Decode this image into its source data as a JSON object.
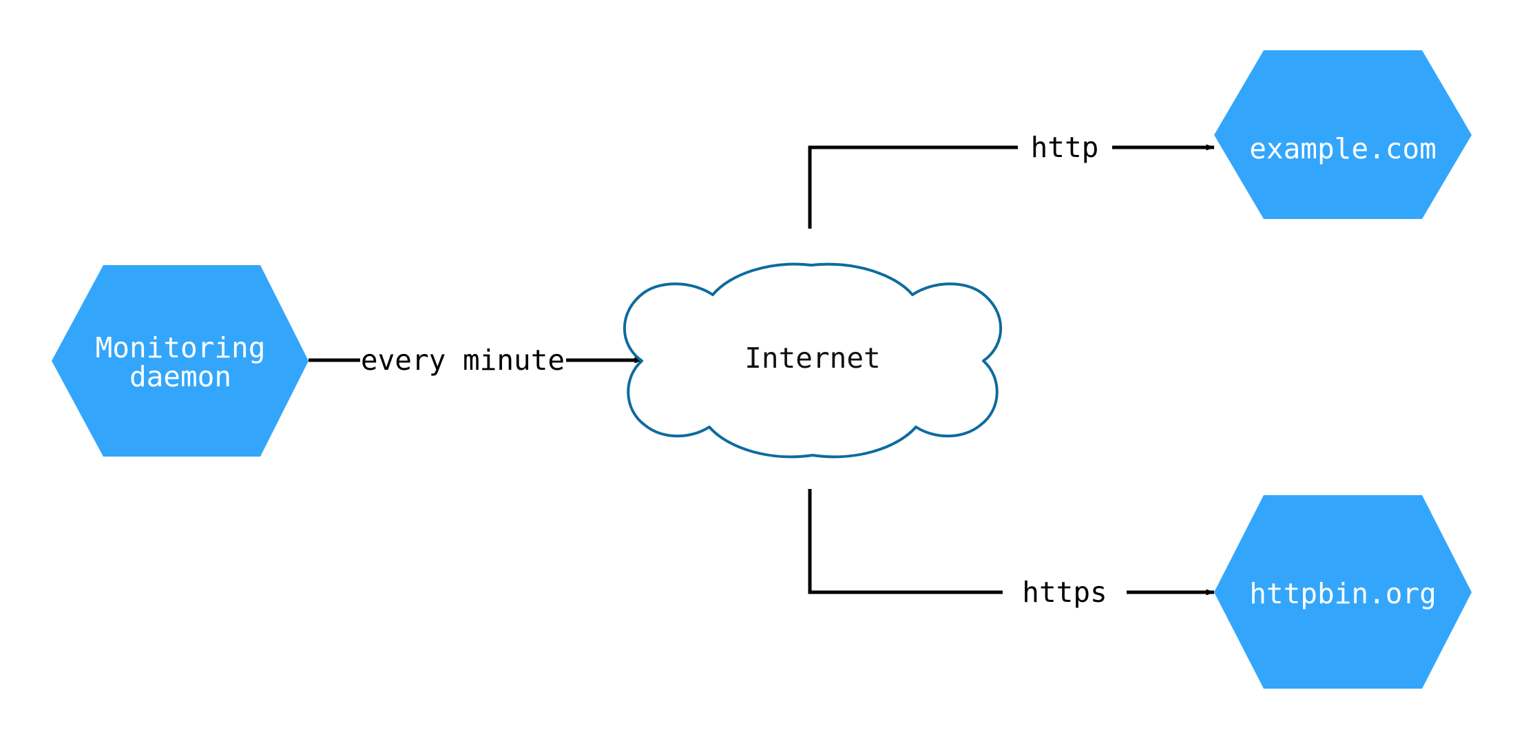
{
  "diagram": {
    "type": "network-flow-diagram",
    "background_color": "#ffffff",
    "nodes": [
      {
        "id": "monitoring-daemon",
        "shape": "hexagon",
        "label_line1": "Monitoring",
        "label_line2": "daemon",
        "fill_color": "#33a6fc",
        "text_color": "#ffffff"
      },
      {
        "id": "internet",
        "shape": "cloud",
        "label": "Internet",
        "fill_color": "#ffffff",
        "stroke_color": "#0d6b9e",
        "text_color": "#111111"
      },
      {
        "id": "example-com",
        "shape": "hexagon",
        "label": "example.com",
        "fill_color": "#33a6fc",
        "text_color": "#ffffff"
      },
      {
        "id": "httpbin-org",
        "shape": "hexagon",
        "label": "httpbin.org",
        "fill_color": "#33a6fc",
        "text_color": "#ffffff"
      }
    ],
    "edges": [
      {
        "id": "daemon-to-internet",
        "from": "monitoring-daemon",
        "to": "internet",
        "label": "every minute",
        "color": "#000000"
      },
      {
        "id": "internet-to-example",
        "from": "internet",
        "to": "example-com",
        "label": "http",
        "color": "#000000"
      },
      {
        "id": "internet-to-httpbin",
        "from": "internet",
        "to": "httpbin-org",
        "label": "https",
        "color": "#000000"
      }
    ]
  }
}
